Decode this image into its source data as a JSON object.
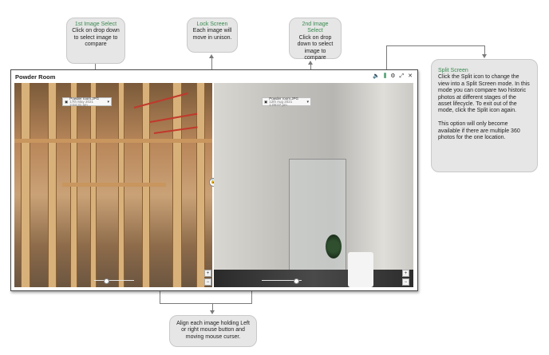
{
  "callouts": {
    "first_image": {
      "title": "1st Image Select",
      "body": "Click on drop down to select image to compare"
    },
    "lock_screen": {
      "title": "Lock Screen",
      "body": "Each image will move in unison."
    },
    "second_image": {
      "title": "2nd Image Select",
      "body": "Click on drop down to select image to compare"
    },
    "split_screen": {
      "title": "Split Screen",
      "body": "Click the Split icon to change the view into a Split Screen mode. In this mode you can compare two historic photos at different stages of the asset lifecycle. To exit out of the mode, click the Split icon again.",
      "body2": "This option will only become available if there are multiple 360 photos for the one location."
    },
    "align": {
      "body": "Align each image holding Left or right mouse button and moving mouse curser."
    }
  },
  "window": {
    "title": "Powder Room",
    "toolbar": {
      "volume_icon": "🔈",
      "split_icon": "⫼",
      "settings_icon": "⚙",
      "expand_icon": "⤢",
      "close_icon": "✕"
    }
  },
  "left_pane": {
    "file": "Powder room.JPG",
    "date": "17th May 2021 2:04:31 am",
    "zoom_in": "+",
    "zoom_out": "−"
  },
  "right_pane": {
    "file": "Powder room.JPG",
    "date": "12th Aug 2021 1:09:07 pm",
    "zoom_in": "+",
    "zoom_out": "−"
  },
  "lock_icon": "🔒",
  "colors": {
    "accent": "#3a8a4f",
    "callout_bg": "#e6e6e6"
  }
}
